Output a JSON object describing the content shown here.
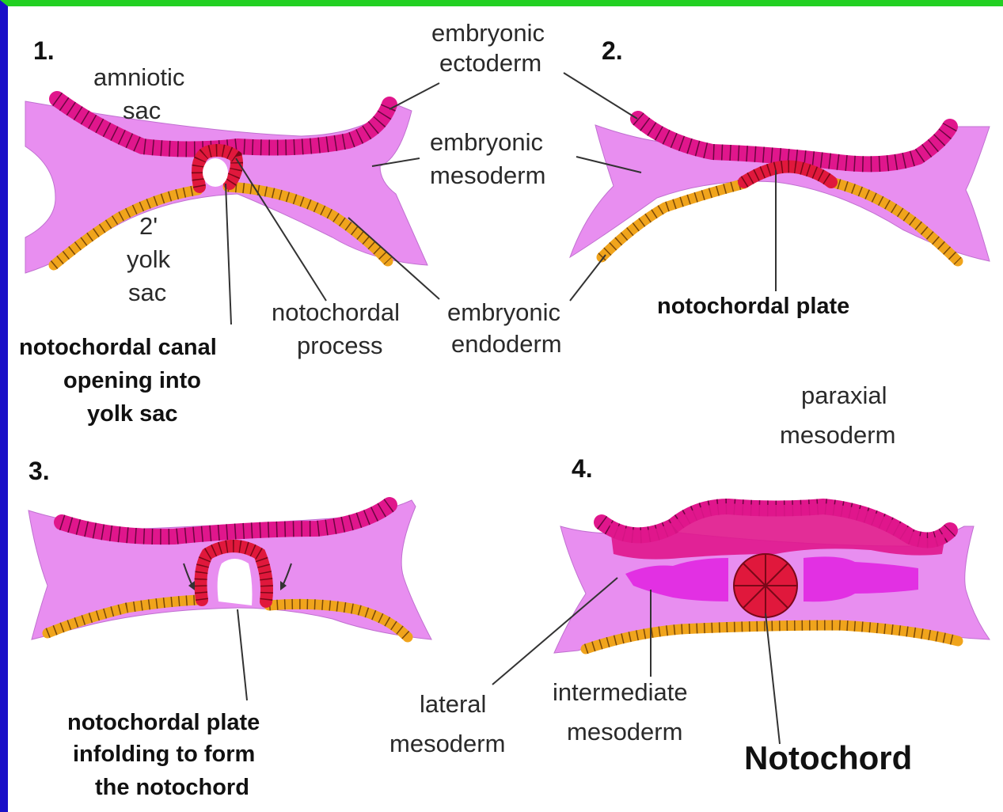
{
  "panels": {
    "p1": {
      "number": "1."
    },
    "p2": {
      "number": "2."
    },
    "p3": {
      "number": "3."
    },
    "p4": {
      "number": "4."
    }
  },
  "labels": {
    "embryonic_ectoderm": [
      "embryonic",
      "ectoderm"
    ],
    "amniotic_sac": [
      "amniotic",
      "sac"
    ],
    "embryonic_mesoderm": [
      "embryonic",
      "mesoderm"
    ],
    "yolk_sac": [
      "2'",
      "yolk",
      "sac"
    ],
    "notochordal_process": [
      "notochordal",
      "process"
    ],
    "embryonic_endoderm": [
      "embryonic",
      "endoderm"
    ],
    "notochordal_canal": [
      "notochordal canal",
      "opening into",
      "yolk sac"
    ],
    "notochordal_plate": "notochordal plate",
    "paraxial_mesoderm": [
      "paraxial",
      "mesoderm"
    ],
    "infolding": [
      "notochordal  plate",
      "infolding to form",
      "the notochord"
    ],
    "lateral_mesoderm": [
      "lateral",
      "mesoderm"
    ],
    "intermediate_mesoderm": [
      "intermediate",
      "mesoderm"
    ],
    "notochord": "Notochord"
  },
  "colors": {
    "mesoderm": "#e88ef0",
    "ectoderm": "#e0168c",
    "endoderm": "#f0a41c",
    "notochordal": "#e0183c",
    "frame_left": "#1a10c8",
    "frame_top": "#22d022"
  }
}
